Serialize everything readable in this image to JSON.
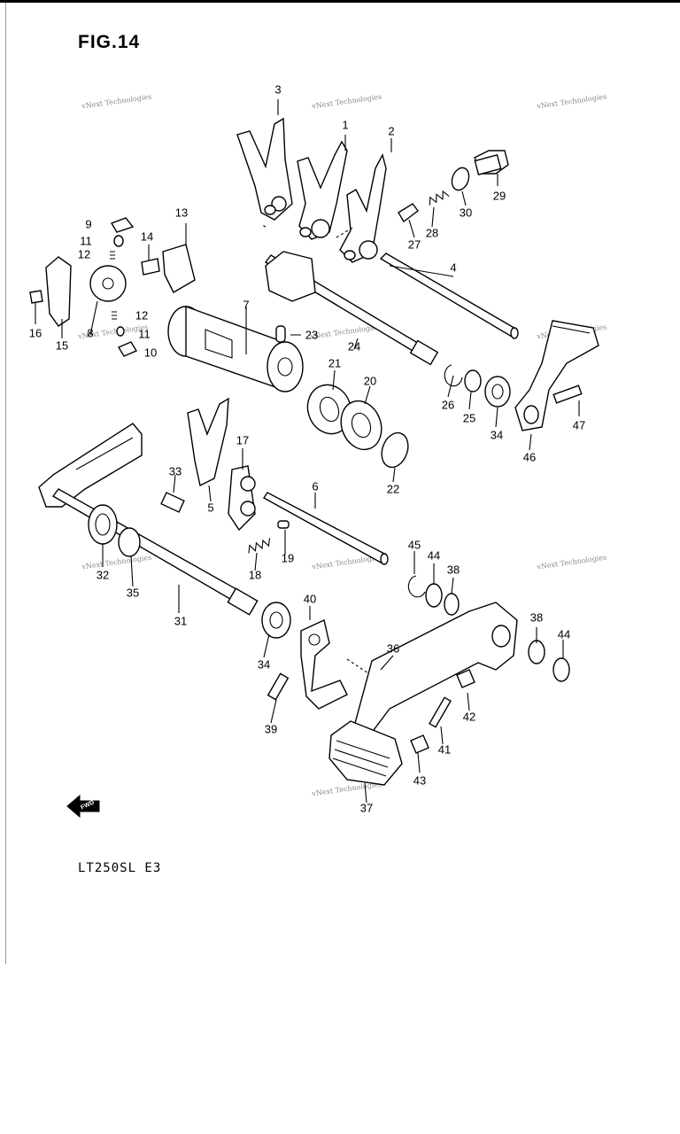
{
  "figure": {
    "title": "FIG.14",
    "model": "LT250SL E3"
  },
  "watermarks": [
    {
      "text": "vNext Technologies"
    },
    {
      "text": "vNext Technologies"
    },
    {
      "text": "vNext Technologies"
    },
    {
      "text": "vNext Technologies"
    },
    {
      "text": "vNext Technologies"
    },
    {
      "text": "vNext Technologies"
    },
    {
      "text": "vNext Technologies"
    },
    {
      "text": "vNext Technologies"
    },
    {
      "text": "vNext Technologies"
    },
    {
      "text": "vNext Technologies"
    }
  ],
  "callouts": [
    "3",
    "1",
    "2",
    "29",
    "30",
    "28",
    "27",
    "9",
    "11",
    "12",
    "13",
    "14",
    "4",
    "16",
    "15",
    "8",
    "12",
    "11",
    "10",
    "7",
    "23",
    "24",
    "21",
    "20",
    "26",
    "25",
    "34",
    "47",
    "46",
    "22",
    "17",
    "33",
    "5",
    "6",
    "32",
    "35",
    "31",
    "18",
    "19",
    "45",
    "44",
    "38",
    "40",
    "36",
    "34",
    "39",
    "42",
    "41",
    "43",
    "37",
    "38",
    "44"
  ],
  "icons": {
    "direction_arrow": "arrow-left-icon",
    "direction_text": "FWD"
  }
}
